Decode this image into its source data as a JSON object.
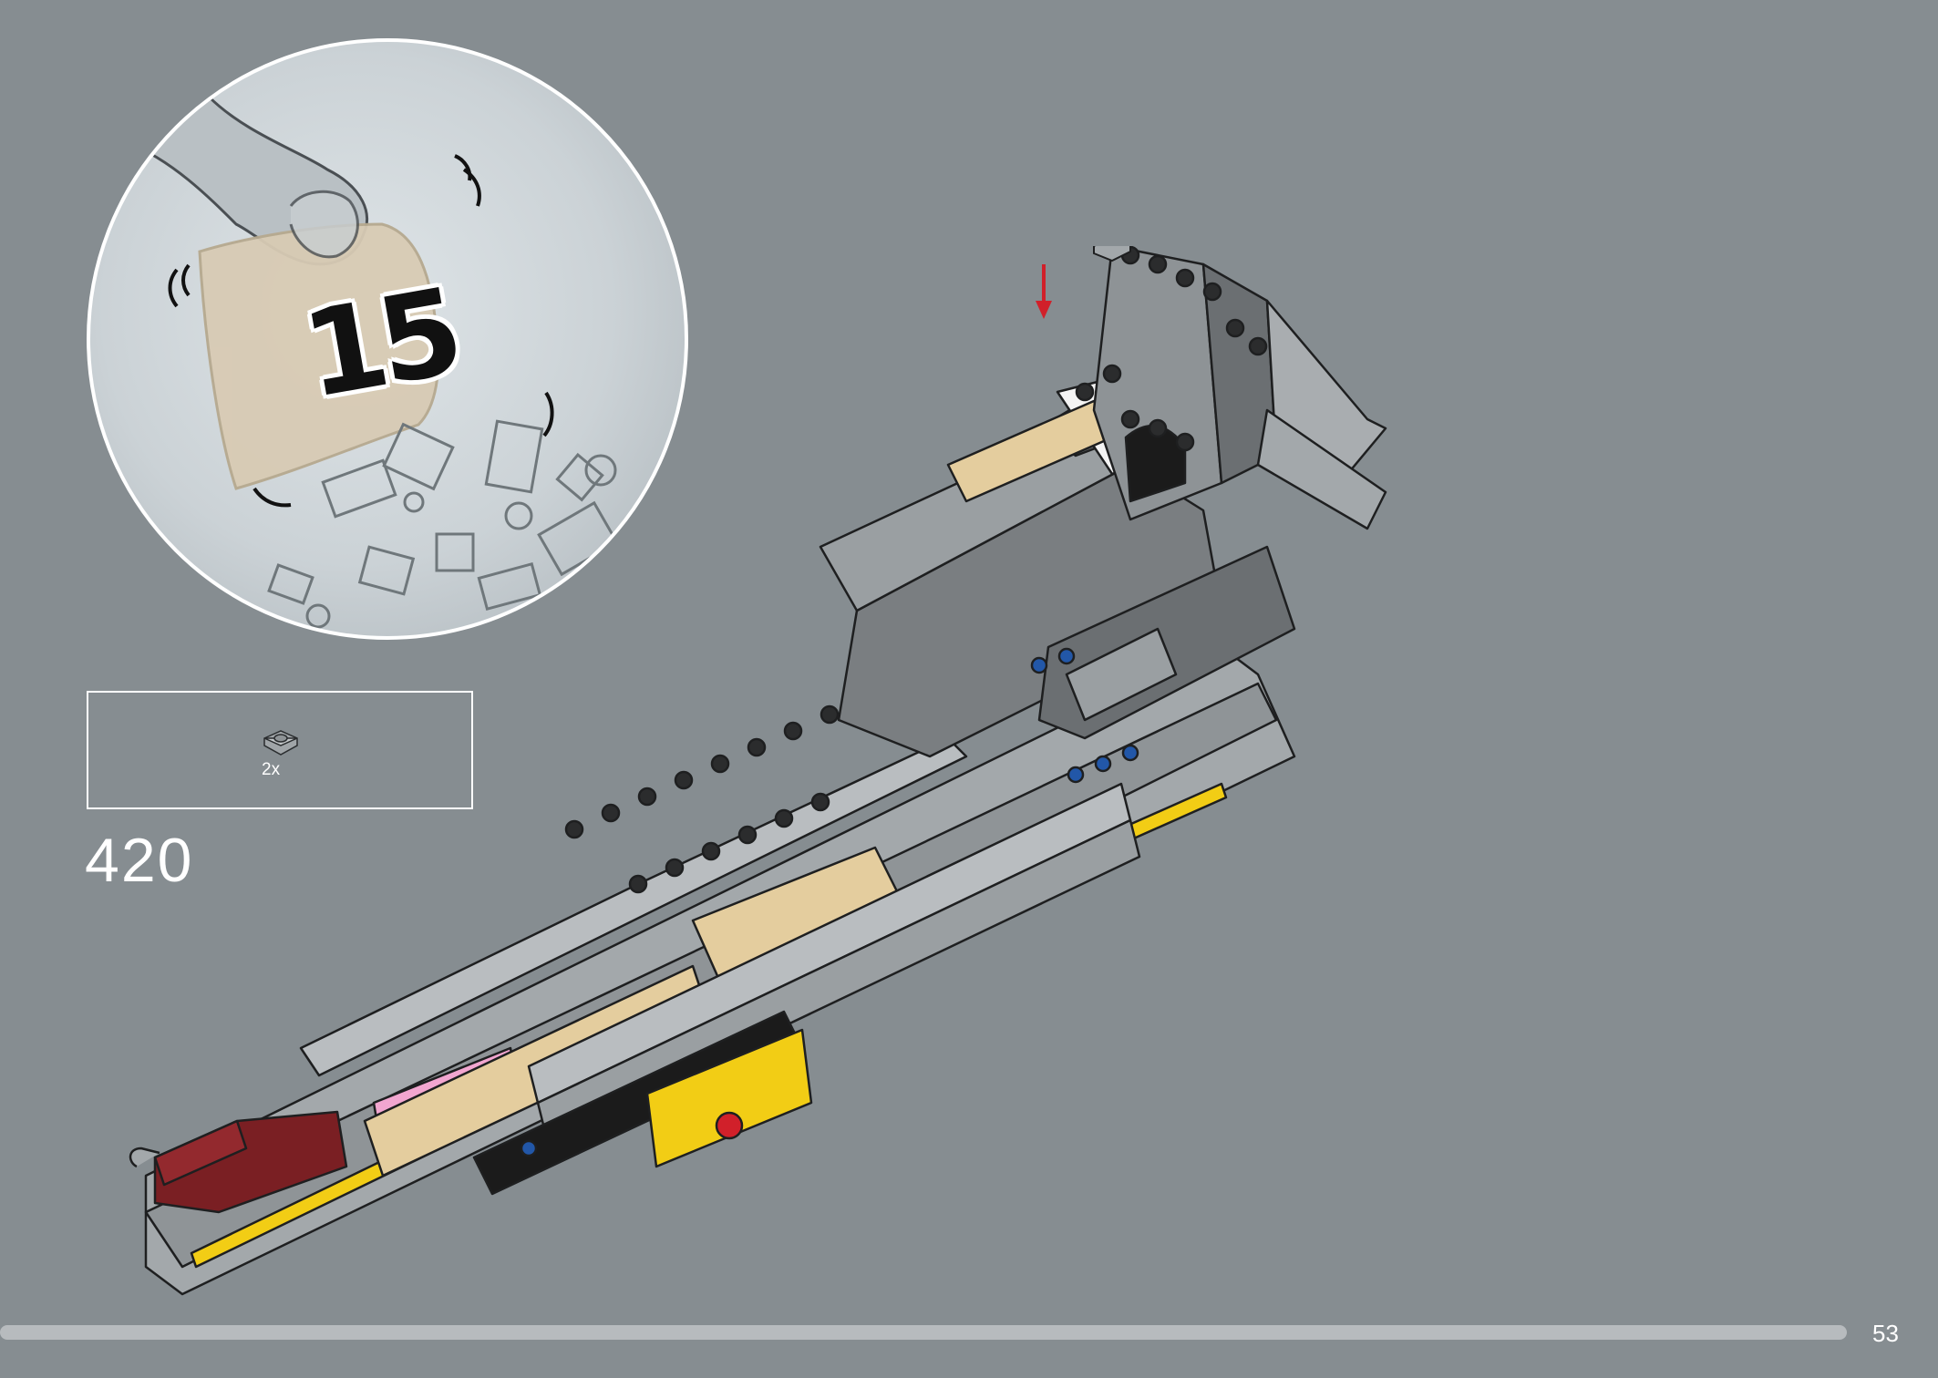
{
  "callout": {
    "bag_number": "15",
    "bag_color": "#d8cbb4"
  },
  "parts_list": {
    "items": [
      {
        "icon": "light-gray-round-plate-icon",
        "quantity": "2x",
        "color": "#a0a5a8"
      }
    ]
  },
  "step": {
    "number": "420"
  },
  "model": {
    "icon": "lego-spaceship-assembly-icon",
    "new_part_indicator": "red-arrow-icon",
    "colors": {
      "light_gray": "#a3a8ab",
      "dark_gray": "#6b6f72",
      "tan": "#e4cd9e",
      "yellow": "#f2cd15",
      "dark_red": "#7a1f23",
      "pink": "#f2a6d0",
      "red": "#d1202a",
      "blue": "#2257a8",
      "black": "#1b1b1b"
    }
  },
  "footer": {
    "page_number": "53",
    "progress_color": "#b7bbbe"
  }
}
